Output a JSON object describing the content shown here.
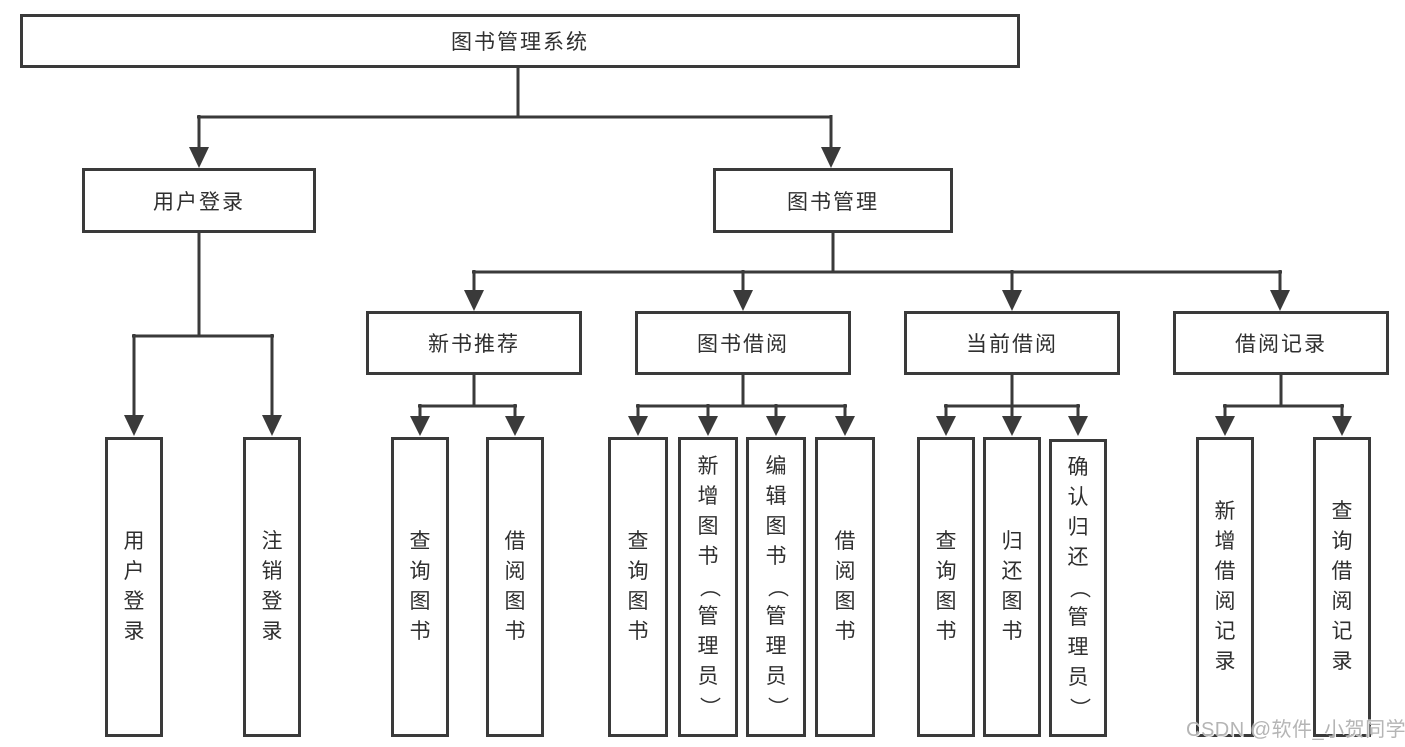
{
  "diagram": {
    "root_label": "图书管理系统",
    "level2": [
      {
        "label": "用户登录"
      },
      {
        "label": "图书管理"
      }
    ],
    "level3": [
      {
        "label": "新书推荐"
      },
      {
        "label": "图书借阅"
      },
      {
        "label": "当前借阅"
      },
      {
        "label": "借阅记录"
      }
    ],
    "leaves": [
      {
        "label": "用户登录"
      },
      {
        "label": "注销登录"
      },
      {
        "label": "查询图书"
      },
      {
        "label": "借阅图书"
      },
      {
        "label": "查询图书"
      },
      {
        "label": "新增图书（管理员）"
      },
      {
        "label": "编辑图书（管理员）"
      },
      {
        "label": "借阅图书"
      },
      {
        "label": "查询图书"
      },
      {
        "label": "归还图书"
      },
      {
        "label": "确认归还（管理员）"
      },
      {
        "label": "新增借阅记录"
      },
      {
        "label": "查询借阅记录"
      }
    ],
    "colors": {
      "line": "#3a3a3a",
      "box_border": "#3a3a3a",
      "box_fill": "#ffffff",
      "background": "#ffffff",
      "text": "#2f2f2f",
      "watermark": "#b5b5b5"
    }
  },
  "watermark": {
    "text": "CSDN @软件_小贺同学"
  }
}
